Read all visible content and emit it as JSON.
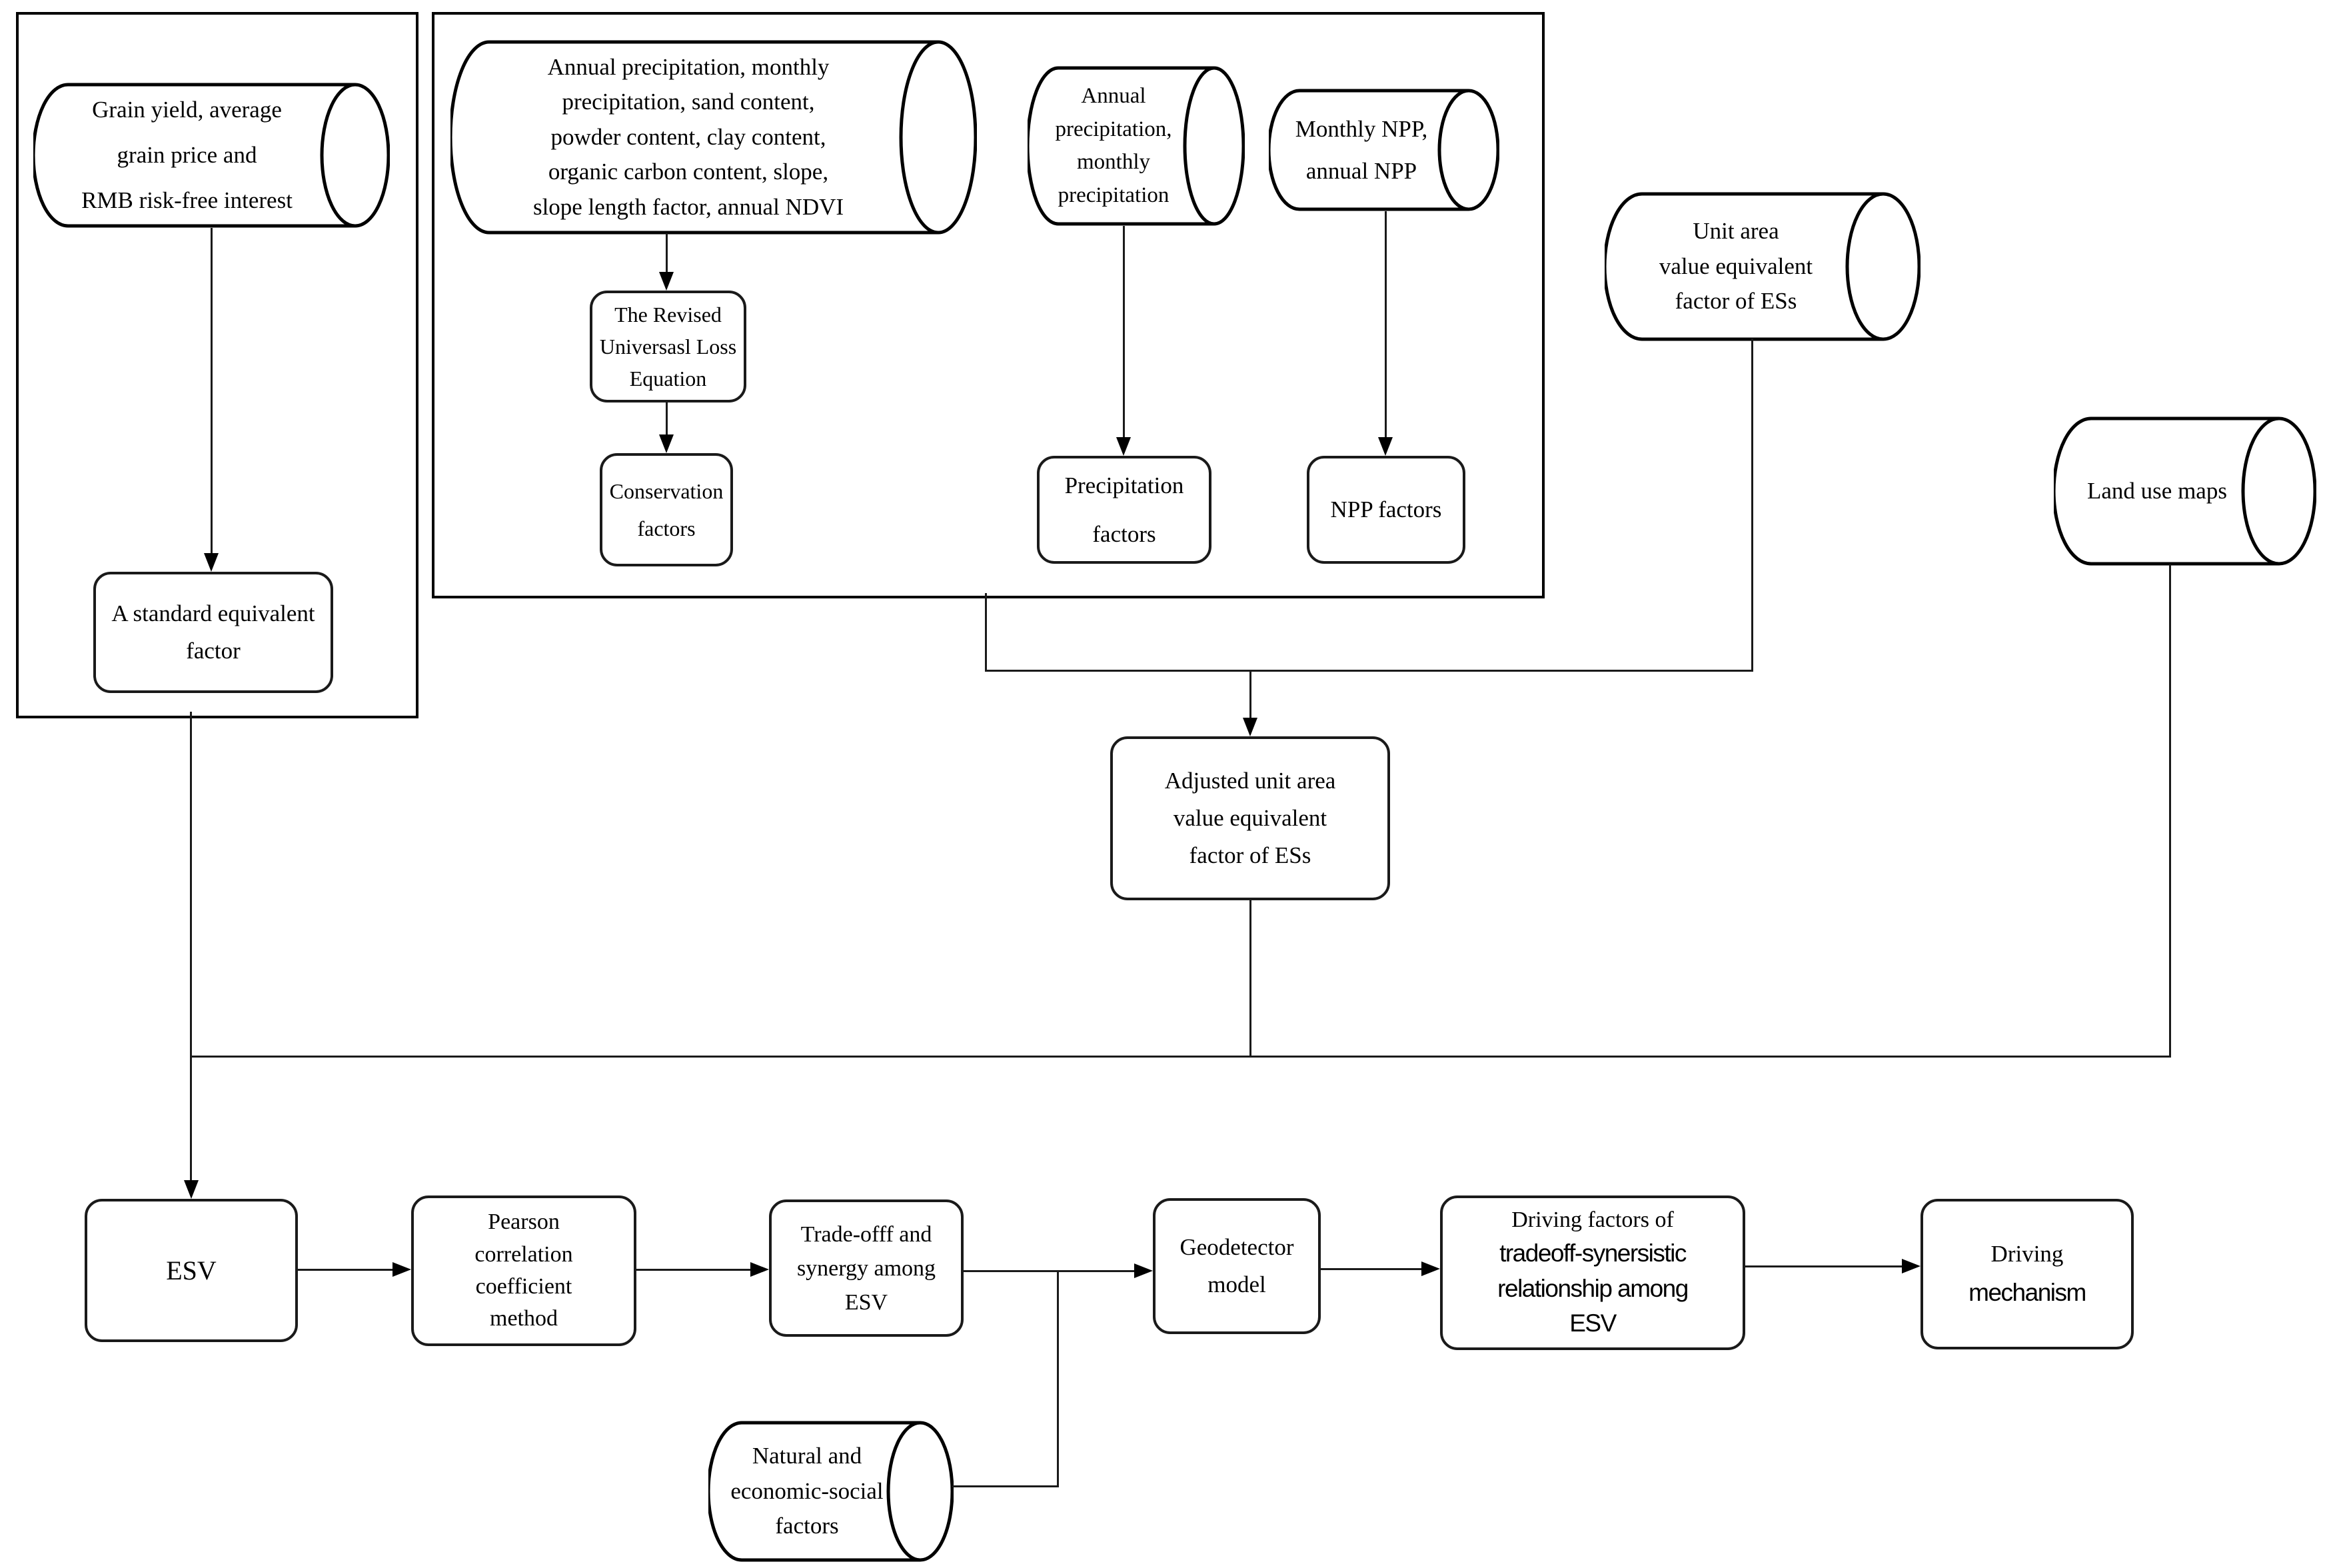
{
  "page": {
    "background": "#ffffff",
    "line_color": "#000000"
  },
  "nodes": {
    "grain_cylinder": {
      "lines": [
        "Grain yield, average",
        "grain price and",
        "RMB risk-free interest"
      ]
    },
    "standard_factor": {
      "lines": [
        "A standard equivalent",
        "factor"
      ]
    },
    "rusle_inputs_cylinder": {
      "lines": [
        "Annual precipitation, monthly",
        "precipitation, sand content,",
        "powder content, clay content,",
        "organic carbon content, slope,",
        "slope length factor, annual NDVI"
      ]
    },
    "rusle": {
      "lines": [
        "The Revised",
        "Universasl Loss",
        "Equation"
      ]
    },
    "conservation_factors": {
      "lines": [
        "Conservation",
        "factors"
      ]
    },
    "precipitation_cylinder": {
      "lines": [
        "Annual",
        "precipitation,",
        "monthly",
        "precipitation"
      ]
    },
    "precipitation_factors": {
      "lines": [
        "Precipitation",
        "factors"
      ]
    },
    "npp_cylinder": {
      "lines": [
        "Monthly NPP,",
        "annual NPP"
      ]
    },
    "npp_factors": {
      "lines": [
        "NPP factors"
      ]
    },
    "unit_area_cylinder": {
      "lines": [
        "Unit area",
        "value equivalent",
        "factor of ESs"
      ]
    },
    "land_use_cylinder": {
      "lines": [
        "Land use maps"
      ]
    },
    "adjusted_factor": {
      "lines": [
        "Adjusted unit area",
        "value equivalent",
        "factor of ESs"
      ]
    },
    "esv": {
      "lines": [
        "ESV"
      ]
    },
    "pearson": {
      "lines": [
        "Pearson",
        "correlation",
        "coefficient",
        "method"
      ]
    },
    "tradeoff_synergy": {
      "lines": [
        "Trade-offf and",
        "synergy among",
        "ESV"
      ]
    },
    "geodetector": {
      "lines": [
        "Geodetector",
        "model"
      ]
    },
    "driving_factors": {
      "lines": [
        "Driving factors of",
        "tradeoff-synersistic",
        "relationship among",
        "ESV"
      ]
    },
    "driving_mechanism": {
      "lines": [
        "Driving",
        "mechanism"
      ]
    },
    "natural_factors_cylinder": {
      "lines": [
        "Natural and",
        "economic-social",
        "factors"
      ]
    }
  }
}
